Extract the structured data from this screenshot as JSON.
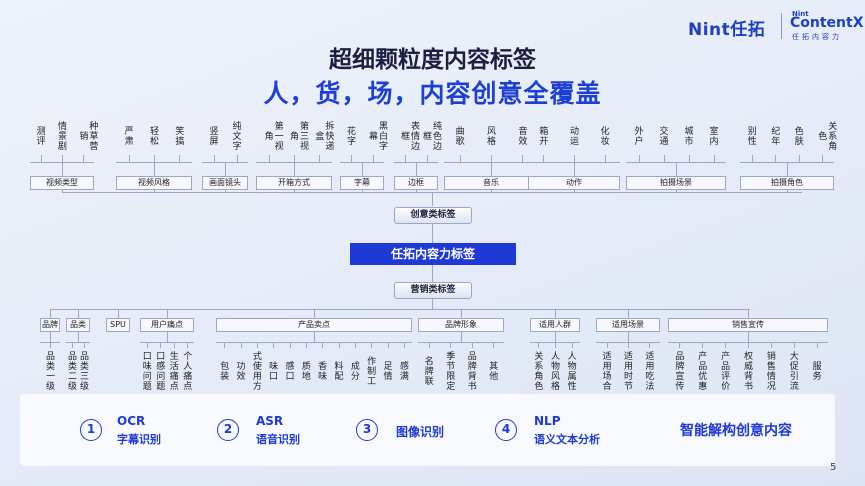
{
  "header": {
    "logo_nint": "Nint任拓",
    "logo_cx_small": "Nint",
    "logo_cx": "ContentX",
    "logo_cx_sub": "任拓内容力"
  },
  "title": {
    "line1": "超细颗粒度内容标签",
    "line2": "人，货，场，内容创意全覆盖"
  },
  "creative": {
    "groups": [
      {
        "label": "视频类型",
        "leaves": [
          "测评",
          "情景剧",
          "种草营销"
        ]
      },
      {
        "label": "视频风格",
        "leaves": [
          "严肃",
          "轻松",
          "笑搞"
        ]
      },
      {
        "label": "画面镜头",
        "leaves": [
          "竖屏",
          "纯文字"
        ]
      },
      {
        "label": "开箱方式",
        "leaves": [
          "第一视角",
          "第三视角",
          "拆快递盒"
        ]
      },
      {
        "label": "字幕",
        "leaves": [
          "花字",
          "黑白字幕"
        ]
      },
      {
        "label": "边框",
        "leaves": [
          "表情边框",
          "纯色边框"
        ]
      },
      {
        "label": "音乐",
        "leaves": [
          "曲歌",
          "风格",
          "音效"
        ]
      },
      {
        "label": "动作",
        "leaves": [
          "箱开",
          "动运",
          "化妆"
        ]
      },
      {
        "label": "拍摄场景",
        "leaves": [
          "外户",
          "交通",
          "城市",
          "室内"
        ]
      },
      {
        "label": "拍摄角色",
        "leaves": [
          "别性",
          "纪年",
          "色肤",
          "关系角色"
        ]
      }
    ]
  },
  "center": {
    "creative_tag": "创意类标签",
    "main": "任拓内容力标签",
    "marketing_tag": "营销类标签"
  },
  "marketing": {
    "groups": [
      {
        "label": "品牌",
        "leaves": [
          "品类一级"
        ]
      },
      {
        "label": "品类",
        "leaves": [
          "品类二级",
          "品类三级"
        ]
      },
      {
        "label": "SPU",
        "leaves": []
      },
      {
        "label": "用户痛点",
        "leaves": [
          "口味问题",
          "口感问题",
          "生活痛点",
          "个人痛点"
        ]
      },
      {
        "label": "产品卖点",
        "leaves": [
          "包装",
          "功效",
          "式使用方",
          "味口",
          "感口",
          "质地",
          "香味",
          "料配",
          "成分",
          "作制工",
          "足情",
          "感满"
        ]
      },
      {
        "label": "品牌形象",
        "leaves": [
          "名牌联",
          "季节限定",
          "品牌背书",
          "其他"
        ]
      },
      {
        "label": "适用人群",
        "leaves": [
          "关系角色",
          "人物风格",
          "人物属性"
        ]
      },
      {
        "label": "适用场景",
        "leaves": [
          "适用场合",
          "适用时节",
          "适用吃法"
        ]
      },
      {
        "label": "销售宣传",
        "leaves": [
          "品牌宣传",
          "产品优惠",
          "产品评价",
          "权威背书",
          "销售情况",
          "大促引流",
          "服务"
        ]
      }
    ]
  },
  "features": [
    {
      "num": "1",
      "title": "OCR",
      "sub": "字幕识别"
    },
    {
      "num": "2",
      "title": "ASR",
      "sub": "语音识别"
    },
    {
      "num": "3",
      "title": "图像识别",
      "sub": ""
    },
    {
      "num": "4",
      "title": "NLP",
      "sub": "语义文本分析"
    }
  ],
  "features_summary": "智能解构创意内容",
  "page_number": "5"
}
